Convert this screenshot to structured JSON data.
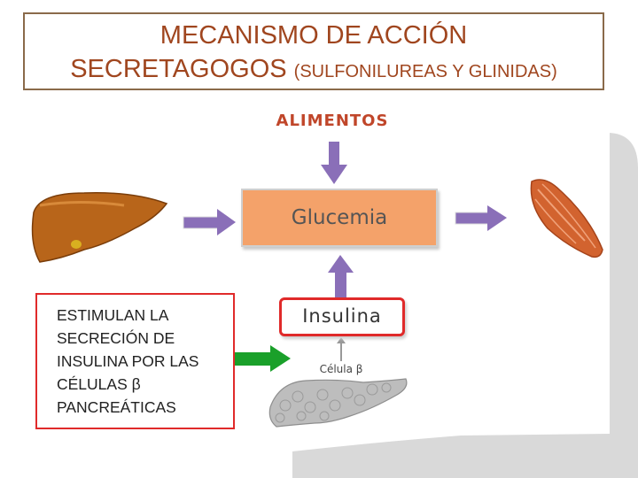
{
  "title": {
    "line1": "MECANISMO DE ACCIÓN",
    "line2_main": "SECRETAGOGOS",
    "line2_paren": "(SULFONILUREAS Y GLINIDAS)"
  },
  "diagram": {
    "alimentos": "ALIMENTOS",
    "glucemia": "Glucemia",
    "insulina": "Insulina",
    "celula": "Célula β"
  },
  "description": {
    "lines": [
      "ESTIMULAN LA",
      "SECRECIÓN DE",
      "INSULINA POR LAS",
      "CÉLULAS β",
      "PANCREÁTICAS"
    ]
  },
  "colors": {
    "title": "#a0461f",
    "arrow_purple": "#8a6fb8",
    "arrow_green": "#1aa02a",
    "glucemia_fill": "#f4a26a",
    "border_red": "#e02a2a"
  },
  "icons": [
    "liver-icon",
    "muscle-icon",
    "pancreas-icon"
  ]
}
